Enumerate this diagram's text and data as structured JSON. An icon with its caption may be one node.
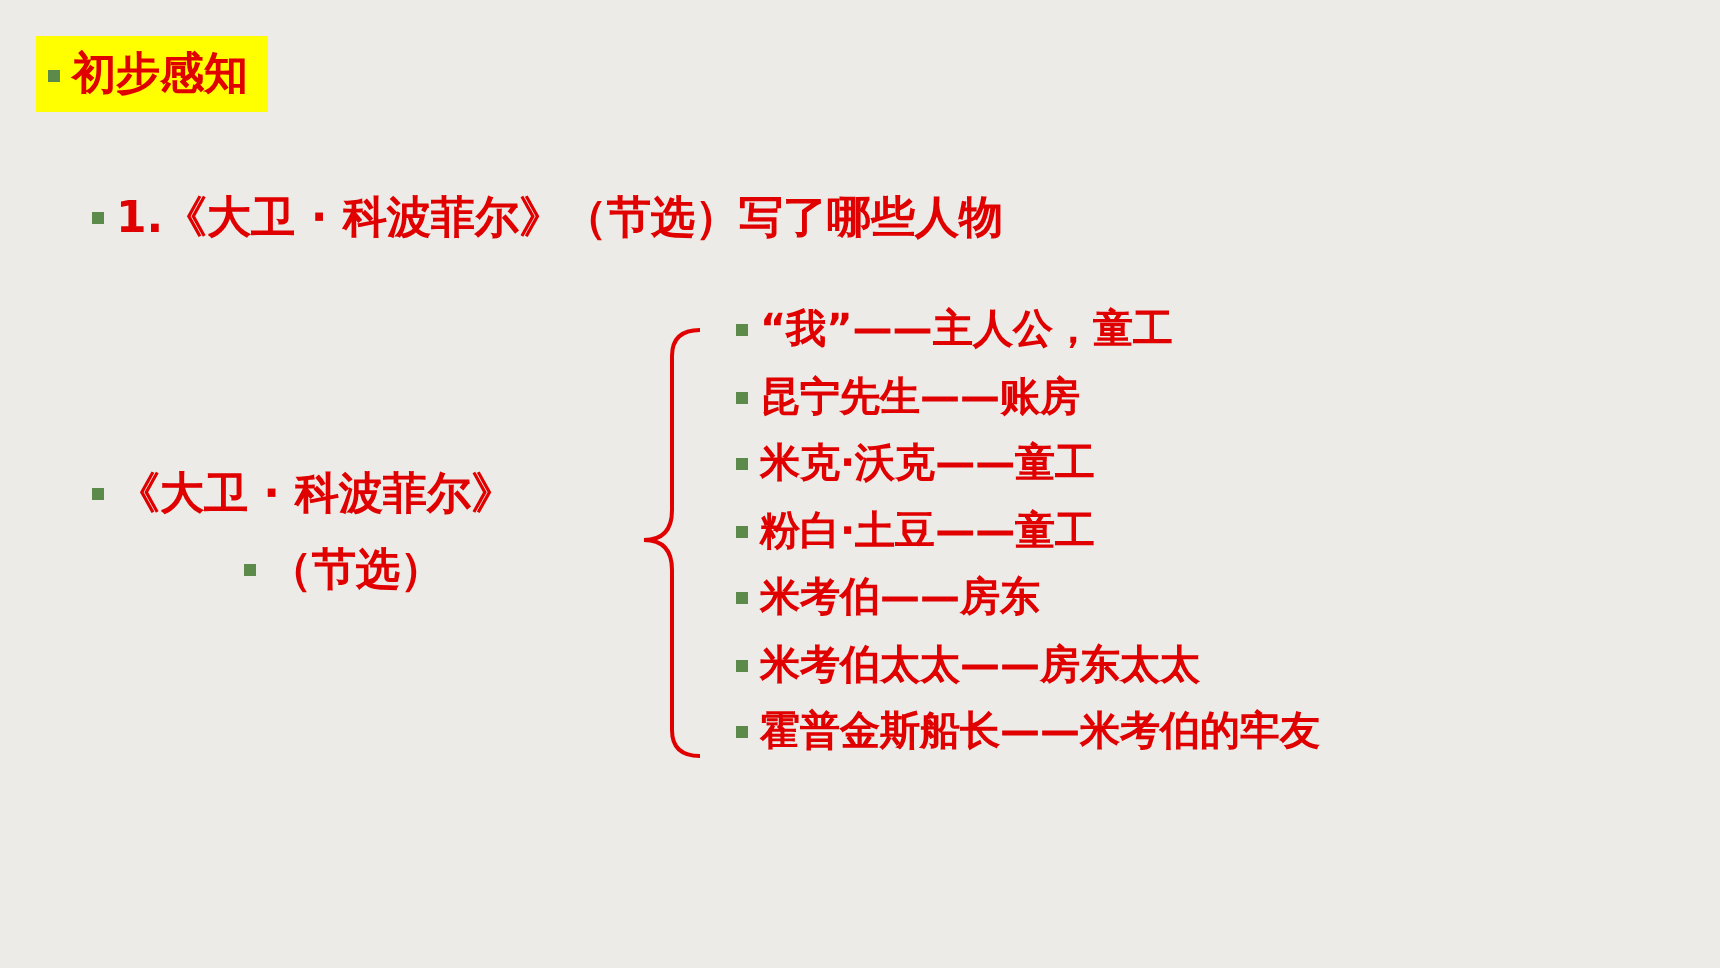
{
  "diagram": {
    "title": "初步感知",
    "labels": [
      "1.《大卫 · 科波菲尔》（节选）写了哪些人物",
      "《大卫 · 科波菲尔》",
      "（节选）",
      "“我”——主人公，童工",
      "昆宁先生——账房",
      "米克·沃克——童工",
      "粉白·土豆——童工",
      "米考伯——房东",
      "米考伯太太——房东太太",
      "霍普金斯船长——米考伯的牢友"
    ]
  }
}
